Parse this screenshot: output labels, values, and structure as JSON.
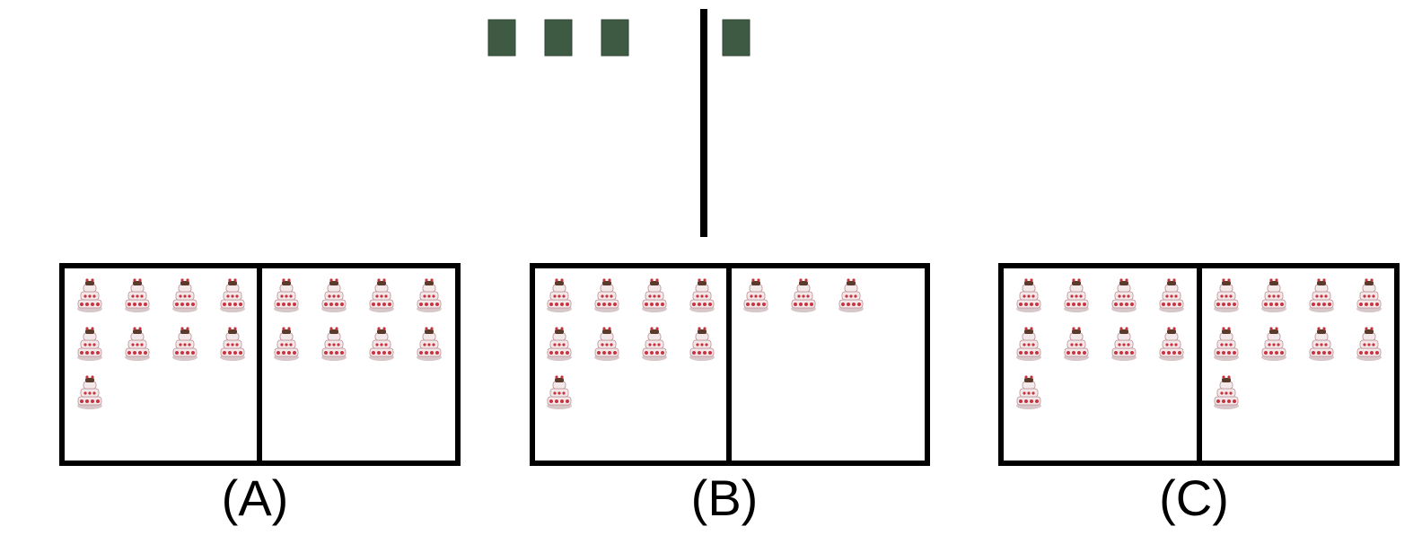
{
  "prompt_row": {
    "left_block_count": 3,
    "right_block_count": 1,
    "block_color": "#3f5a43"
  },
  "options": [
    {
      "label": "(A)",
      "left_cakes": 9,
      "right_cakes": 8
    },
    {
      "label": "(B)",
      "left_cakes": 9,
      "right_cakes": 3
    },
    {
      "label": "(C)",
      "left_cakes": 9,
      "right_cakes": 9
    }
  ],
  "colors": {
    "line": "#000000",
    "cake_frosting": "#f3e9ea",
    "cake_red": "#c8333e",
    "cake_brown": "#5a3a2a"
  }
}
